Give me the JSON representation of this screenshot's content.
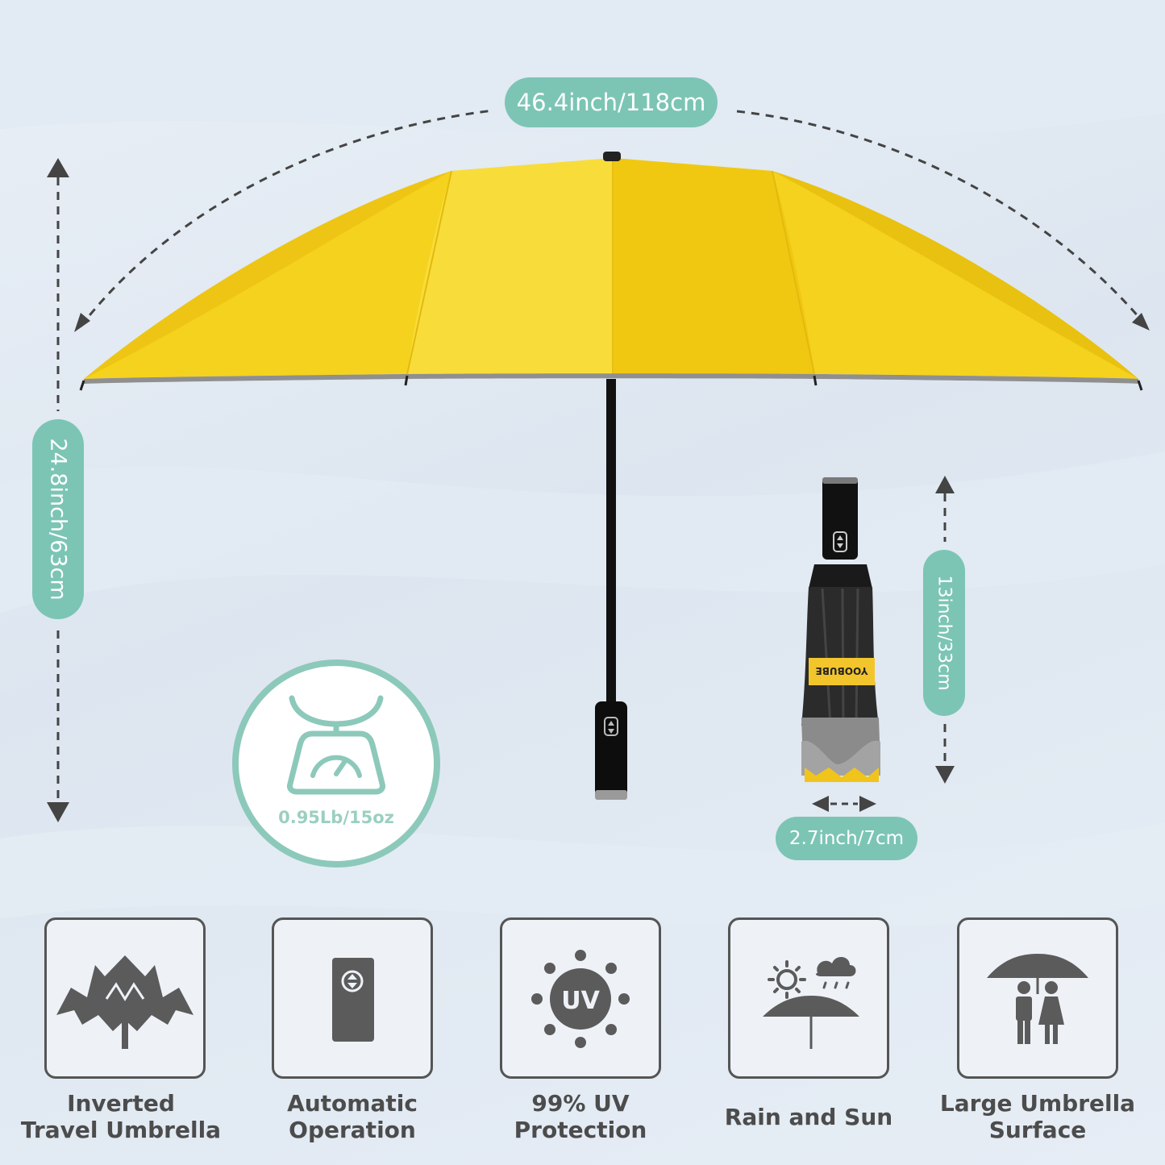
{
  "dimensions": {
    "open_width": "46.4inch/118cm",
    "open_height": "24.8inch/63cm",
    "folded_height": "13inch/33cm",
    "folded_width": "2.7inch/7cm",
    "weight": "0.95Lb/15oz"
  },
  "brand": "YOOBUBE",
  "icons": {
    "uv_text": "UV"
  },
  "features": [
    {
      "label": "Inverted\nTravel Umbrella",
      "icon": "inverted-umbrella-icon"
    },
    {
      "label": "Automatic\nOperation",
      "icon": "automatic-handle-icon"
    },
    {
      "label": "99% UV\nProtection",
      "icon": "uv-sun-icon"
    },
    {
      "label": "Rain and Sun",
      "icon": "rain-and-sun-icon"
    },
    {
      "label": "Large Umbrella\nSurface",
      "icon": "large-umbrella-icon"
    }
  ],
  "colors": {
    "accent": "#7cc5b5",
    "canopy": "#f6d21f",
    "icon": "#5b5b5b"
  }
}
